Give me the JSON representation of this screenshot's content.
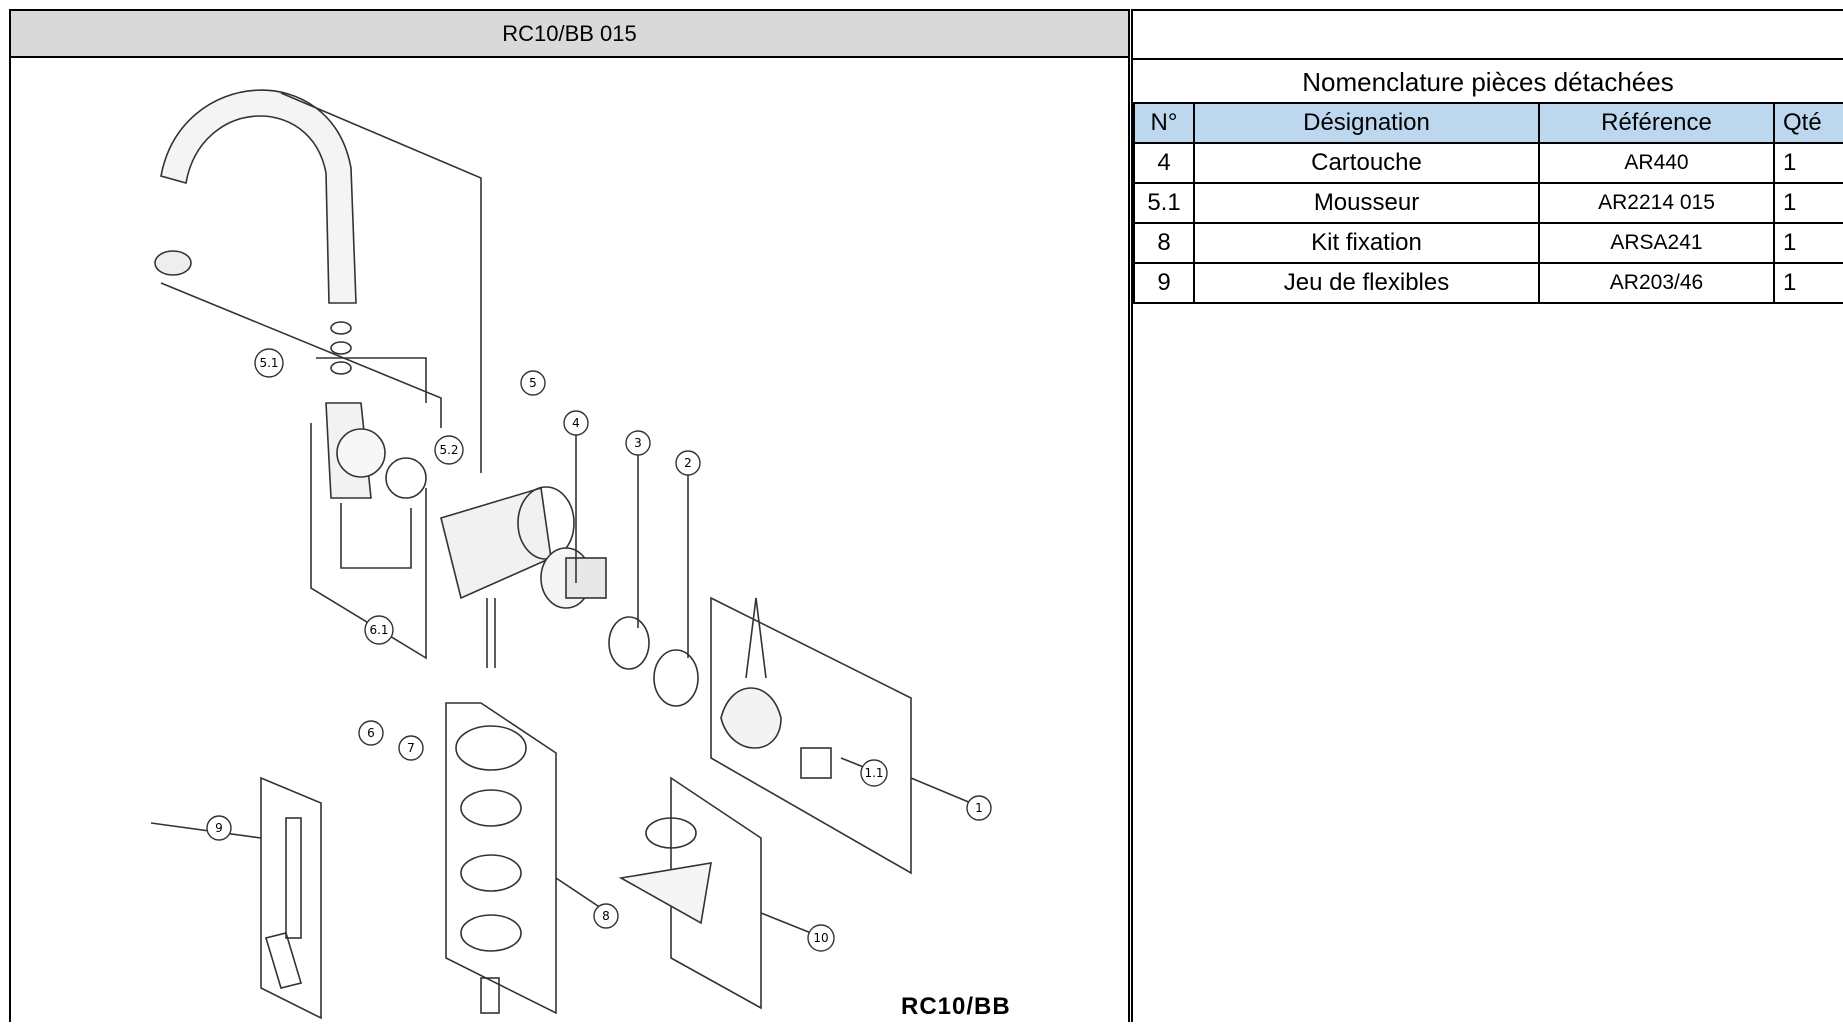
{
  "drawing_title": "RC10/BB 015",
  "diagram_caption": "RC10/BB",
  "callouts": [
    "1",
    "1.1",
    "2",
    "3",
    "4",
    "5",
    "5.1",
    "5.2",
    "6",
    "6.1",
    "7",
    "8",
    "9",
    "10"
  ],
  "nomenclature": {
    "title": "Nomenclature pièces détachées",
    "headers": [
      "N°",
      "Désignation",
      "Référence",
      "Qté"
    ],
    "rows": [
      {
        "n": "4",
        "designation": "Cartouche",
        "reference": "AR440",
        "qty": "1"
      },
      {
        "n": "5.1",
        "designation": "Mousseur",
        "reference": "AR2214 015",
        "qty": "1"
      },
      {
        "n": "8",
        "designation": "Kit fixation",
        "reference": "ARSA241",
        "qty": "1"
      },
      {
        "n": "9",
        "designation": "Jeu de flexibles",
        "reference": "AR203/46",
        "qty": "1"
      }
    ]
  }
}
